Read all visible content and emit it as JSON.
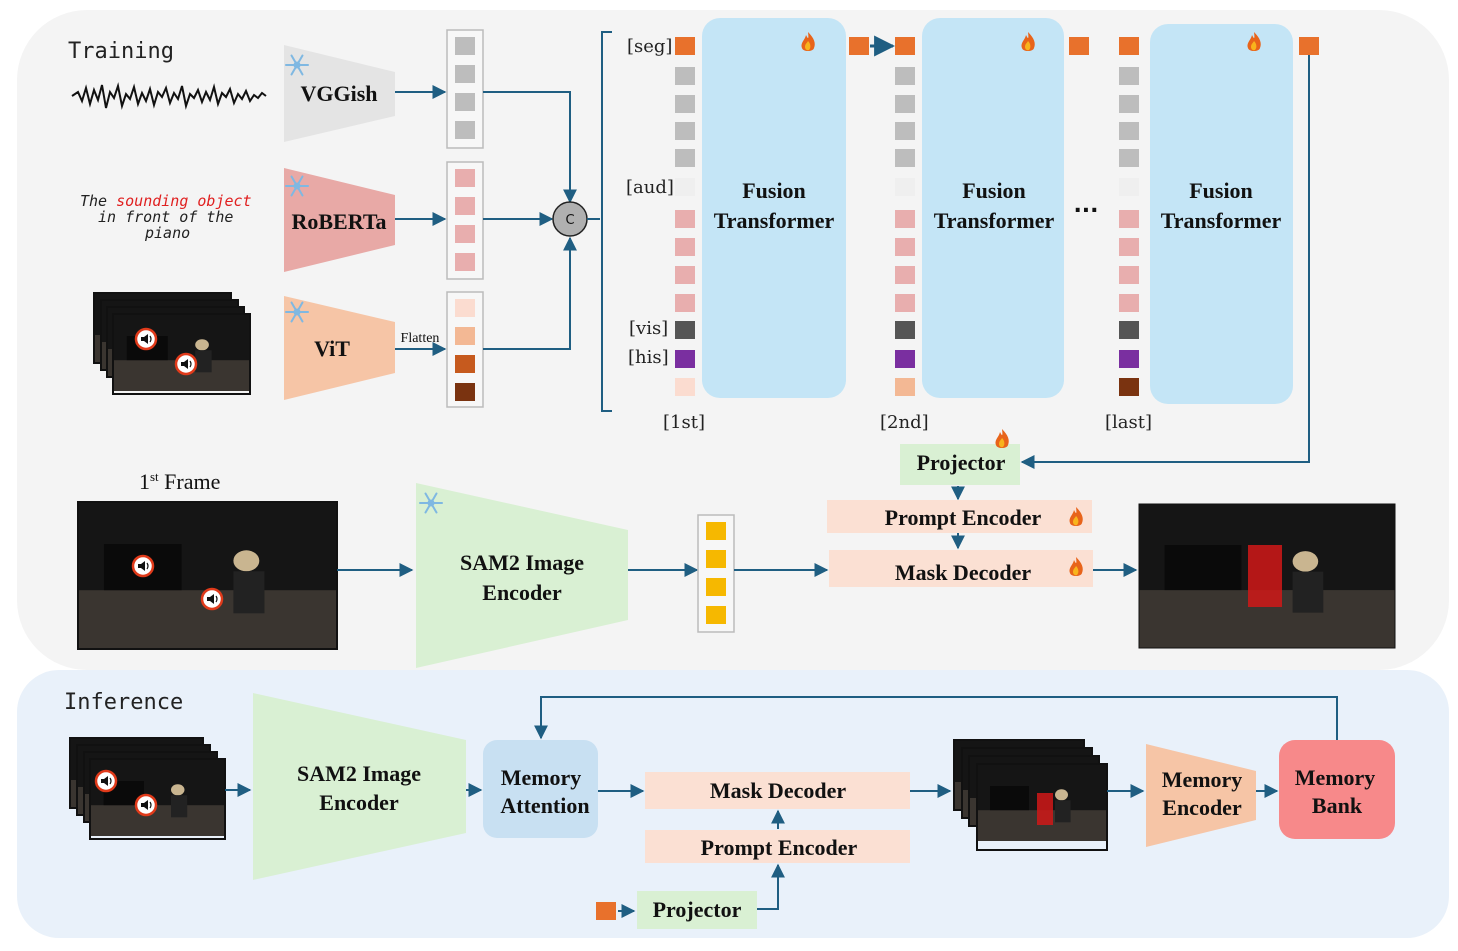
{
  "sections": {
    "training": "Training",
    "inference": "Inference"
  },
  "encoders": {
    "vggish": "VGGish",
    "roberta": "RoBERTa",
    "vit": "ViT",
    "flatten": "Flatten"
  },
  "text_prompt": {
    "line1_pre": "The ",
    "line1_highlight": "sounding object",
    "line2": "in front of the",
    "line3": "piano"
  },
  "concat_symbol": "C",
  "tokens": {
    "seg": "[seg]",
    "aud": "[aud]",
    "vis": "[vis]",
    "his": "[his]",
    "first": "[1st]",
    "second": "[2nd]",
    "last": "[last]"
  },
  "fusion": {
    "line1": "Fusion",
    "line2": "Transformer"
  },
  "ellipsis": "...",
  "training": {
    "first_frame_base": "1",
    "first_frame_sup": "st",
    "first_frame_rest": " Frame",
    "projector": "Projector",
    "prompt_encoder": "Prompt Encoder",
    "mask_decoder": "Mask Decoder",
    "sam2_line1": "SAM2 Image",
    "sam2_line2": "Encoder"
  },
  "inference": {
    "sam2_line1": "SAM2 Image",
    "sam2_line2": "Encoder",
    "memory_attention_line1": "Memory",
    "memory_attention_line2": "Attention",
    "mask_decoder": "Mask Decoder",
    "prompt_encoder": "Prompt Encoder",
    "projector": "Projector",
    "memory_encoder_line1": "Memory",
    "memory_encoder_line2": "Encoder",
    "memory_bank_line1": "Memory",
    "memory_bank_line2": "Bank"
  },
  "colors": {
    "seg_token": "#e8712c",
    "gray_token": "#bdbdbd",
    "aud_token": "#efefef",
    "text_token": "#e8aeae",
    "vis_token": "#555555",
    "his_token": "#7a2fa0",
    "fusion_box": "#c4e5f6",
    "projector": "#d9f0d3",
    "prompt": "#fbe0d3",
    "memory_bank": "#f7898a",
    "arrow": "#1f5e82"
  }
}
